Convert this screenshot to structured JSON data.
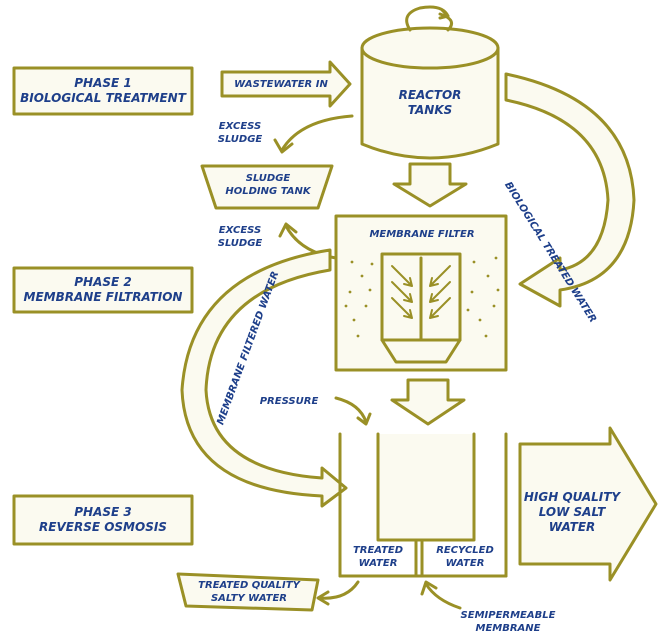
{
  "colors": {
    "stroke": "#9a9026",
    "box_fill": "#fbfaf0",
    "text": "#1e3f8a"
  },
  "phases": [
    {
      "label": "PHASE 1\nBIOLOGICAL TREATMENT"
    },
    {
      "label": "PHASE 2\nMEMBRANE FILTRATION"
    },
    {
      "label": "PHASE 3\nREVERSE OSMOSIS"
    }
  ],
  "labels": {
    "wastewater_in": "WASTEWATER IN",
    "reactor_tanks": "REACTOR\nTANKS",
    "biological_treated_water": "BIOLOGICAL TREATED WATER",
    "excess_sludge_top": "EXCESS\nSLUDGE",
    "sludge_holding_tank": "SLUDGE\nHOLDING TANK",
    "excess_sludge_bottom": "EXCESS\nSLUDGE",
    "membrane_filter": "MEMBRANE FILTER",
    "membrane_filtered_water": "MEMBRANE FILTERED WATER",
    "pressure": "PRESSURE",
    "high_quality": "HIGH QUALITY\nLOW SALT WATER",
    "treated_water": "TREATED\nWATER",
    "recycled_water": "RECYCLED\nWATER",
    "treated_quality": "TREATED QUALITY\nSALTY WATER",
    "semipermeable": "SEMIPERMEABLE\nMEMBRANE"
  }
}
